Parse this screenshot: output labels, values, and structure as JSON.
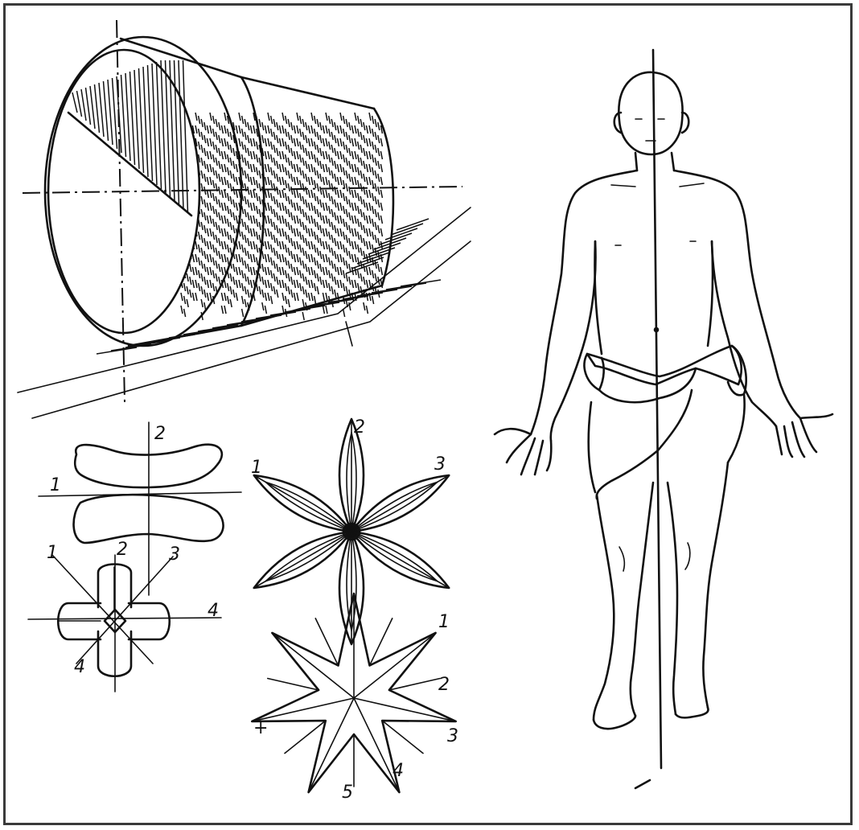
{
  "figures": {
    "cylinder": {
      "name": "cylinder-perspective"
    },
    "shape_cross": {
      "labels": [
        "1",
        "2"
      ]
    },
    "shape_clover": {
      "labels": [
        "1",
        "2",
        "3",
        "4",
        "4"
      ]
    },
    "shape_star6": {
      "labels": [
        "1",
        "2",
        "3"
      ]
    },
    "shape_star7": {
      "labels": [
        "1",
        "2",
        "3",
        "4",
        "5",
        "+"
      ]
    },
    "human": {
      "name": "standing-human-figure",
      "stroke_color": "#111111"
    }
  },
  "colors": {
    "ink": "#111111",
    "paper": "#ffffff",
    "frame": "#3a3a3a"
  }
}
